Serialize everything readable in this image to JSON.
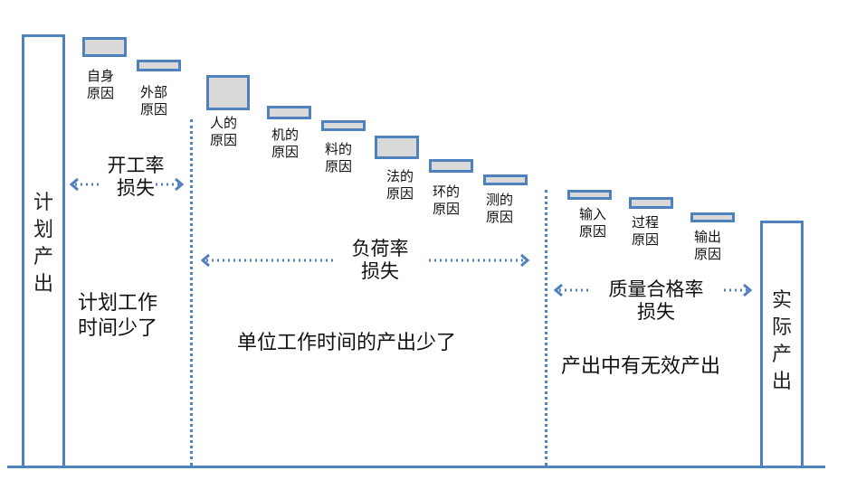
{
  "planned_output": {
    "label": "计划产出"
  },
  "actual_output": {
    "label": "实际产出"
  },
  "sections": {
    "availability": {
      "loss_title": "开工率\n损失",
      "description": "计划工作\n时间少了",
      "causes": [
        "自身\n原因",
        "外部\n原因"
      ]
    },
    "performance": {
      "loss_title": "负荷率\n损失",
      "description": "单位工作时间的产出少了",
      "causes": [
        "人的\n原因",
        "机的\n原因",
        "料的\n原因",
        "法的\n原因",
        "环的\n原因",
        "测的\n原因"
      ]
    },
    "quality": {
      "loss_title": "质量合格率\n损失",
      "description": "产出中有无效产出",
      "causes": [
        "输入\n原因",
        "过程\n原因",
        "输出\n原因"
      ]
    }
  },
  "colors": {
    "accent": "#4f81bd",
    "box_fill": "#d9d9d9"
  }
}
